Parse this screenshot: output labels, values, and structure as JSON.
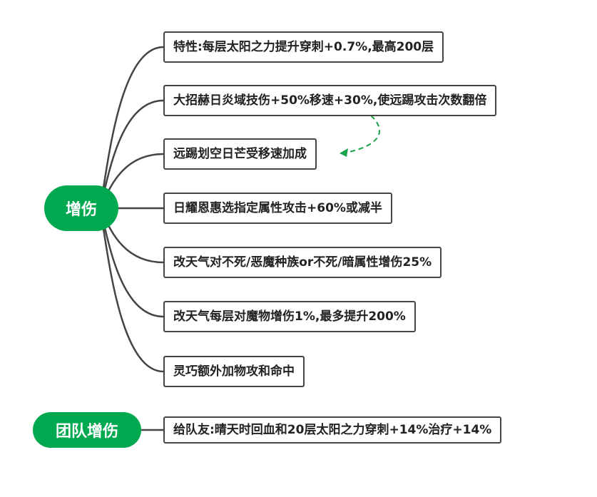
{
  "diagram": {
    "colors": {
      "root_fill": "#00a84f",
      "connector": "#444444",
      "dashed_arrow": "#1aa34a"
    },
    "groups": [
      {
        "title": "增伤",
        "children": [
          "特性:每层太阳之力提升穿刺+0.7%,最高200层",
          "大招赫日炎域技伤+50%移速+30%,使远踢攻击次数翻倍",
          "远踢划空日芒受移速加成",
          "日耀恩惠选指定属性攻击+60%或减半",
          "改天气对不死/恶魔种族or不死/暗属性增伤25%",
          "改天气每层对魔物增伤1%,最多提升200%",
          "灵巧额外加物攻和命中"
        ]
      },
      {
        "title": "团队增伤",
        "children": [
          "给队友:晴天时回血和20层太阳之力穿刺+14%治疗+14%"
        ]
      }
    ]
  }
}
